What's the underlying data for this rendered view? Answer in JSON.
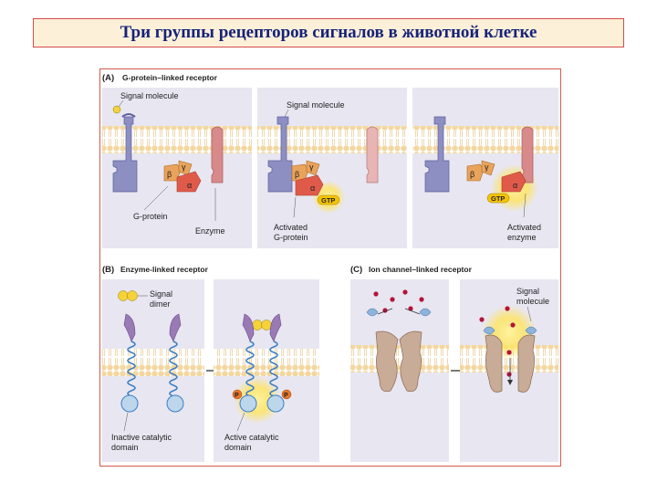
{
  "title": "Три группы рецепторов сигналов в животной клетке",
  "panel_a": {
    "label": "(A)",
    "heading": "G-protein–linked receptor",
    "signal_molecule_1": "Signal molecule",
    "signal_molecule_2": "Signal molecule",
    "g_protein": "G-protein",
    "enzyme": "Enzyme",
    "activated_g_line1": "Activated",
    "activated_g_line2": "G-protein",
    "activated_e_line1": "Activated",
    "activated_e_line2": "enzyme",
    "beta": "β",
    "gamma": "γ",
    "alpha": "α",
    "gtp": "GTP"
  },
  "panel_b": {
    "label": "(B)",
    "heading": "Enzyme-linked receptor",
    "signal_line1": "Signal",
    "signal_line2": "dimer",
    "inactive_line1": "Inactive catalytic",
    "inactive_line2": "domain",
    "active_line1": "Active catalytic",
    "active_line2": "domain",
    "p": "P"
  },
  "panel_c": {
    "label": "(C)",
    "heading": "Ion channel–linked receptor",
    "signal_line1": "Signal",
    "signal_line2": "molecule"
  },
  "colors": {
    "title_text": "#16237a",
    "title_border": "#d44a4a",
    "title_bg": "#fdf0d8",
    "panel_bg": "#e8e6f1",
    "membrane": "#f3d7a0",
    "receptor": "#8d8fc2",
    "enzyme": "#d88a8a",
    "g_alpha": "#e05a4a",
    "g_beta_gamma": "#e9a35a",
    "gtp": "#f5c400",
    "ion": "#b5123a",
    "channel": "#c9ac97"
  }
}
